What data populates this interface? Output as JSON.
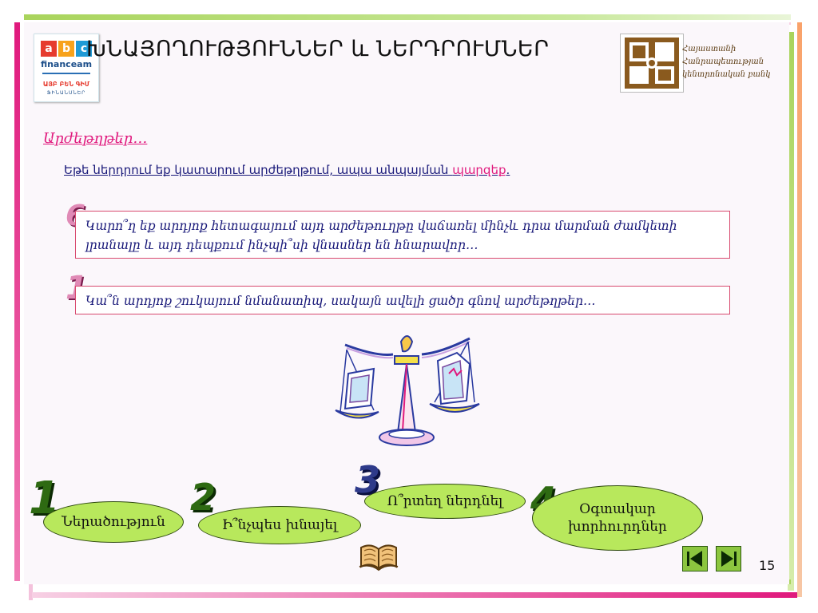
{
  "slide": {
    "title": "ԽՆԱՅՈՂՈՒԹՅՈՒՆՆԵՐ և ՆԵՐԴՐՈՒՄՆԵՐ",
    "subtitle": "Արժեթղթեր…",
    "intro_text": "Եթե ներդրում եք կատարում արժեթղթում, ապա անպայման ",
    "intro_highlight": "պարզեք",
    "intro_end": ".",
    "questions": [
      {
        "number": "6",
        "text": "Կարո՞ղ եք արդյոք հետագայում այդ արժեթուղթը վաճառել մինչև դրա մարման ժամկետի լրանալը և այդ դեպքում ինչպի՞սի վնասներ են հնարավոր…"
      },
      {
        "number": "1",
        "text": "Կա՞ն արդյոք շուկայում նմանատիպ, սակայն ավելի ցածր գնով արժեթղթեր…"
      }
    ],
    "nav_items": [
      {
        "number": "1",
        "label": "Ներածություն"
      },
      {
        "number": "2",
        "label": "Ի՞նչպես խնայել"
      },
      {
        "number": "3",
        "label": "Ո՞րտեղ ներդնել"
      },
      {
        "number": "4",
        "label": "Օգտակար խորհուրդներ"
      }
    ],
    "page_number": "15"
  },
  "logo": {
    "abc_letters": [
      "a",
      "b",
      "c"
    ],
    "brand": "financeam",
    "tagline": "ԱՅԲ ԲԵՆ ԳԻՄ",
    "tagline_sub": "ՖԻՆԱՆՍՆԵՐ"
  },
  "bank": {
    "line1": "Հայաստանի",
    "line2": "Հանրապետության",
    "line3": "կենտրոնական բանկ"
  },
  "icons": {
    "scales": "balance-scales-icon",
    "book": "open-book-icon",
    "prev": "prev-triangle-icon",
    "next": "next-triangle-icon"
  },
  "colors": {
    "pink": "#e0197d",
    "green": "#8cc63f",
    "navy": "#1a1a7a",
    "border": "#d84a6f"
  }
}
